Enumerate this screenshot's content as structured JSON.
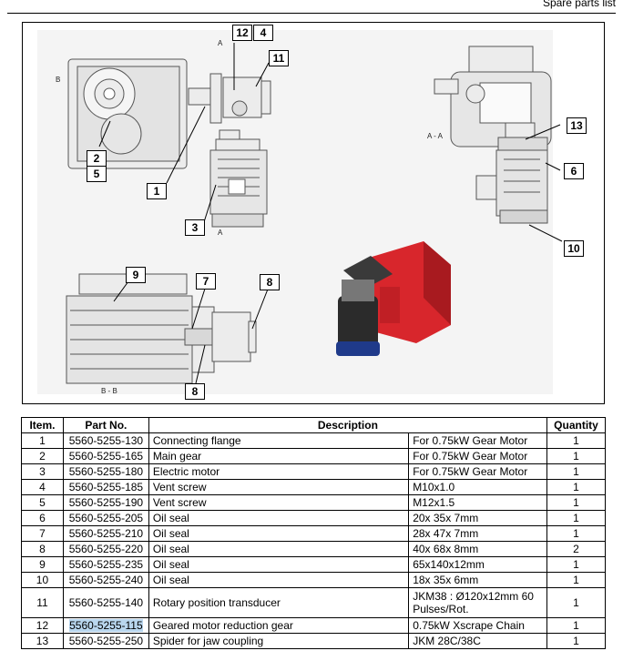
{
  "header": {
    "title": "Spare parts list"
  },
  "figure": {
    "callouts": [
      "12",
      "4",
      "11",
      "2",
      "5",
      "1",
      "3",
      "13",
      "6",
      "10",
      "9",
      "7",
      "8",
      "8"
    ],
    "section_labels": [
      "A",
      "B",
      "A - A",
      "A",
      "B - B"
    ]
  },
  "table": {
    "headers": [
      "Item.",
      "Part No.",
      "Description",
      "Quantity"
    ],
    "rows": [
      {
        "item": "1",
        "part": "5560-5255-130",
        "desc": "Connecting flange",
        "spec": "For 0.75kW Gear Motor",
        "qty": "1"
      },
      {
        "item": "2",
        "part": "5560-5255-165",
        "desc": "Main gear",
        "spec": "For 0.75kW Gear Motor",
        "qty": "1"
      },
      {
        "item": "3",
        "part": "5560-5255-180",
        "desc": "Electric motor",
        "spec": "For 0.75kW Gear Motor",
        "qty": "1"
      },
      {
        "item": "4",
        "part": "5560-5255-185",
        "desc": "Vent screw",
        "spec": "M10x1.0",
        "qty": "1"
      },
      {
        "item": "5",
        "part": "5560-5255-190",
        "desc": "Vent screw",
        "spec": "M12x1.5",
        "qty": "1"
      },
      {
        "item": "6",
        "part": "5560-5255-205",
        "desc": "Oil seal",
        "spec": "20x 35x 7mm",
        "qty": "1"
      },
      {
        "item": "7",
        "part": "5560-5255-210",
        "desc": "Oil seal",
        "spec": "28x 47x 7mm",
        "qty": "1"
      },
      {
        "item": "8",
        "part": "5560-5255-220",
        "desc": "Oil seal",
        "spec": "40x 68x 8mm",
        "qty": "2"
      },
      {
        "item": "9",
        "part": "5560-5255-235",
        "desc": "Oil seal",
        "spec": "65x140x12mm",
        "qty": "1"
      },
      {
        "item": "10",
        "part": "5560-5255-240",
        "desc": "Oil seal",
        "spec": "18x 35x 6mm",
        "qty": "1"
      },
      {
        "item": "11",
        "part": "5560-5255-140",
        "desc": "Rotary position transducer",
        "spec": "JKM38 : Ø120x12mm 60 Pulses/Rot.",
        "qty": "1"
      },
      {
        "item": "12",
        "part": "5560-5255-115",
        "desc": "Geared motor reduction gear",
        "spec": "0.75kW Xscrape Chain",
        "qty": "1"
      },
      {
        "item": "13",
        "part": "5560-5255-250",
        "desc": "Spider for jaw coupling",
        "spec": "JKM 28C/38C",
        "qty": "1"
      }
    ]
  }
}
